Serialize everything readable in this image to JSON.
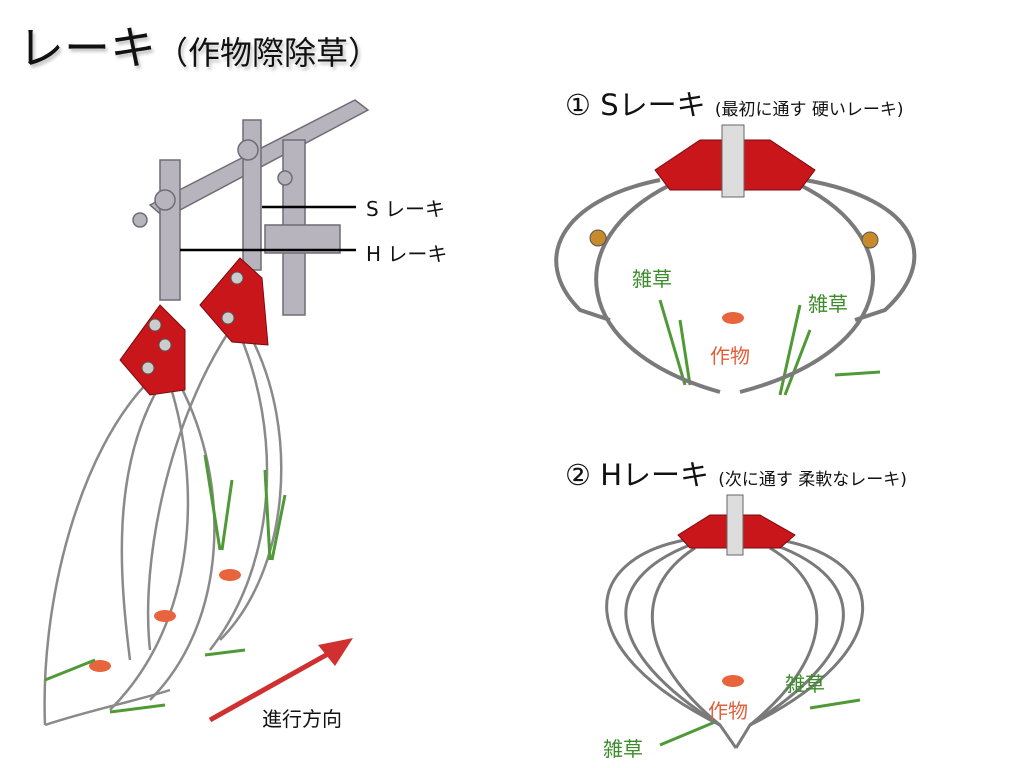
{
  "title": {
    "main": "レーキ",
    "sub": "（作物際除草）"
  },
  "left_diagram": {
    "s_rake_label": "S レーキ",
    "h_rake_label": "H レーキ",
    "direction_label": "進行方向"
  },
  "s_rake": {
    "number": "①",
    "name": "Sレーキ",
    "note": "(最初に通す 硬いレーキ)",
    "weed_label_1": "雑草",
    "weed_label_2": "雑草",
    "crop_label": "作物"
  },
  "h_rake": {
    "number": "②",
    "name": "Hレーキ",
    "note": "(次に通す 柔軟なレーキ)",
    "weed_label_1": "雑草",
    "weed_label_2": "雑草",
    "crop_label": "作物"
  },
  "colors": {
    "bracket": "#c8161b",
    "weed": "#3d8a2a",
    "crop": "#e8643c",
    "arrow": "#d03030"
  }
}
